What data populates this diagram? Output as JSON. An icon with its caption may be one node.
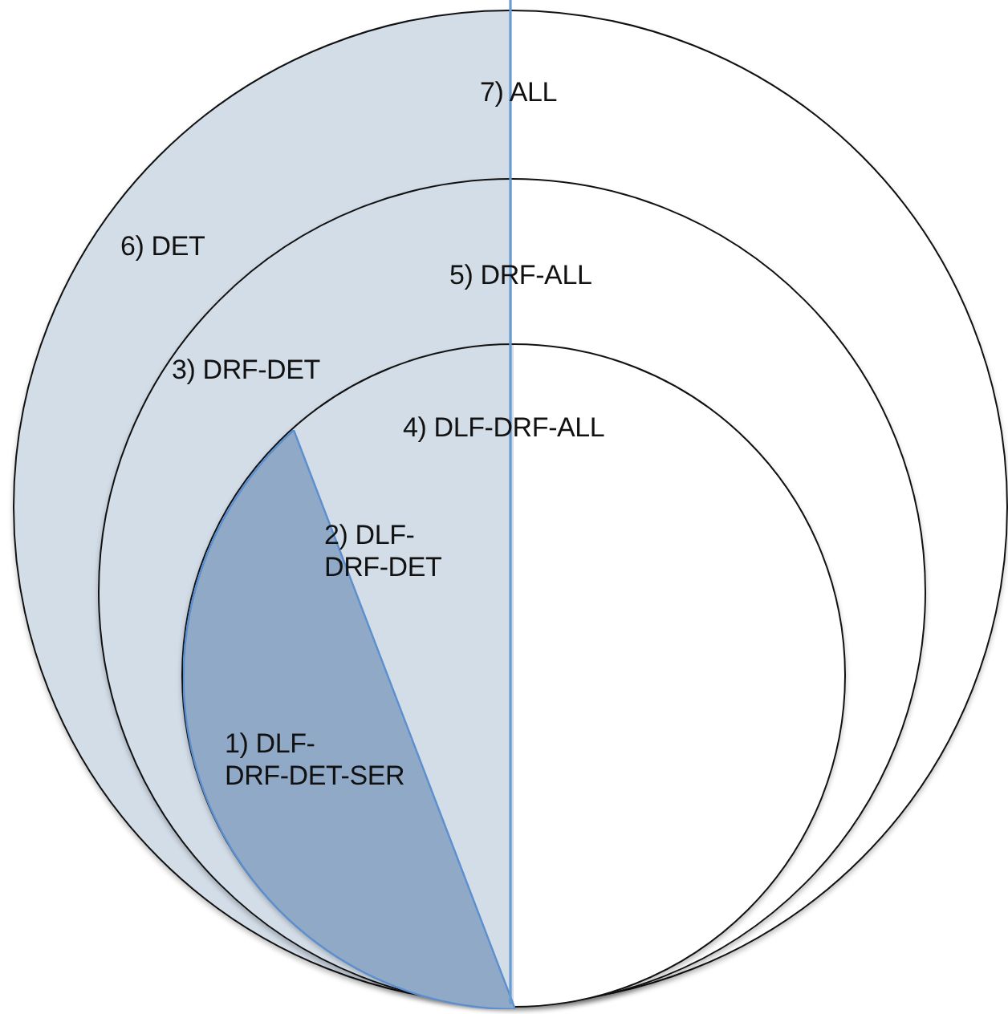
{
  "diagram": {
    "nodes": [
      {
        "text": [
          "7) ALL"
        ]
      },
      {
        "text": [
          "5) DRF-ALL"
        ],
        "in": 0
      },
      {
        "text": [
          "4) DLF-DRF-ALL"
        ],
        "in": 1
      },
      {
        "text": [
          "1) DLF- DRF-DET-SER"
        ],
        "in": 2
      }
    ],
    "labels": [
      "6) DET",
      "3) DRF-DET",
      "2) DLF- DRF-DET"
    ]
  }
}
